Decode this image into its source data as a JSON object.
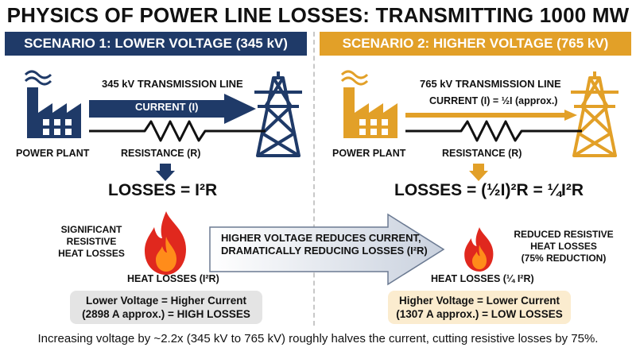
{
  "title": "PHYSICS OF POWER LINE LOSSES: TRANSMITTING 1000 MW",
  "colors": {
    "navy": "#1f3a68",
    "gold": "#e2a028",
    "flame_red": "#e0281e",
    "flame_orange": "#ff8c1a"
  },
  "scenario1": {
    "banner": "SCENARIO 1: LOWER VOLTAGE (345 kV)",
    "line_label": "345 kV TRANSMISSION LINE",
    "current_label": "CURRENT (I)",
    "plant_label": "POWER PLANT",
    "resistance_label": "RESISTANCE (R)",
    "losses_formula": "LOSSES = I²R",
    "heat_side_text": [
      "SIGNIFICANT",
      "RESISTIVE",
      "HEAT LOSSES"
    ],
    "heat_label": "HEAT LOSSES (I²R)",
    "summary": [
      "Lower Voltage = Higher Current",
      "(2898 A approx.) = HIGH LOSSES"
    ],
    "icons": [
      "factory-icon",
      "transmission-tower-icon",
      "resistor-icon",
      "flame-icon"
    ]
  },
  "scenario2": {
    "banner": "SCENARIO 2: HIGHER VOLTAGE (765 kV)",
    "line_label": "765 kV TRANSMISSION LINE",
    "current_label": "CURRENT (I) = ½I (approx.)",
    "plant_label": "POWER PLANT",
    "resistance_label": "RESISTANCE (R)",
    "losses_formula": "LOSSES = (½I)²R = ¼I²R",
    "heat_side_text": [
      "REDUCED RESISTIVE",
      "HEAT LOSSES",
      "(75% REDUCTION)"
    ],
    "heat_label": "HEAT LOSSES (¼ I²R)",
    "summary": [
      "Higher Voltage = Lower Current",
      "(1307 A approx.) = LOW LOSSES"
    ],
    "icons": [
      "factory-icon",
      "transmission-tower-icon",
      "resistor-icon",
      "flame-icon"
    ]
  },
  "middle_arrow_text": [
    "HIGHER VOLTAGE REDUCES CURRENT,",
    "DRAMATICALLY REDUCING LOSSES (I²R)"
  ],
  "footer": "Increasing voltage by ~2.2x (345 kV to 765 kV) roughly halves the current, cutting resistive losses by 75%."
}
